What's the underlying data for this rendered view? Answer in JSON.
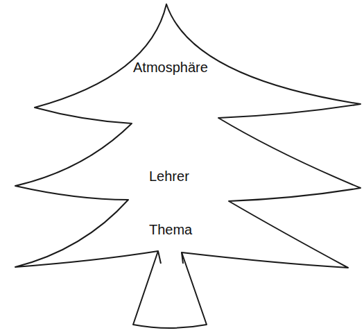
{
  "diagram": {
    "nodes": [
      {
        "text": [
          "Atmosphäre",
          "Lehrer",
          "Thema"
        ]
      }
    ]
  }
}
